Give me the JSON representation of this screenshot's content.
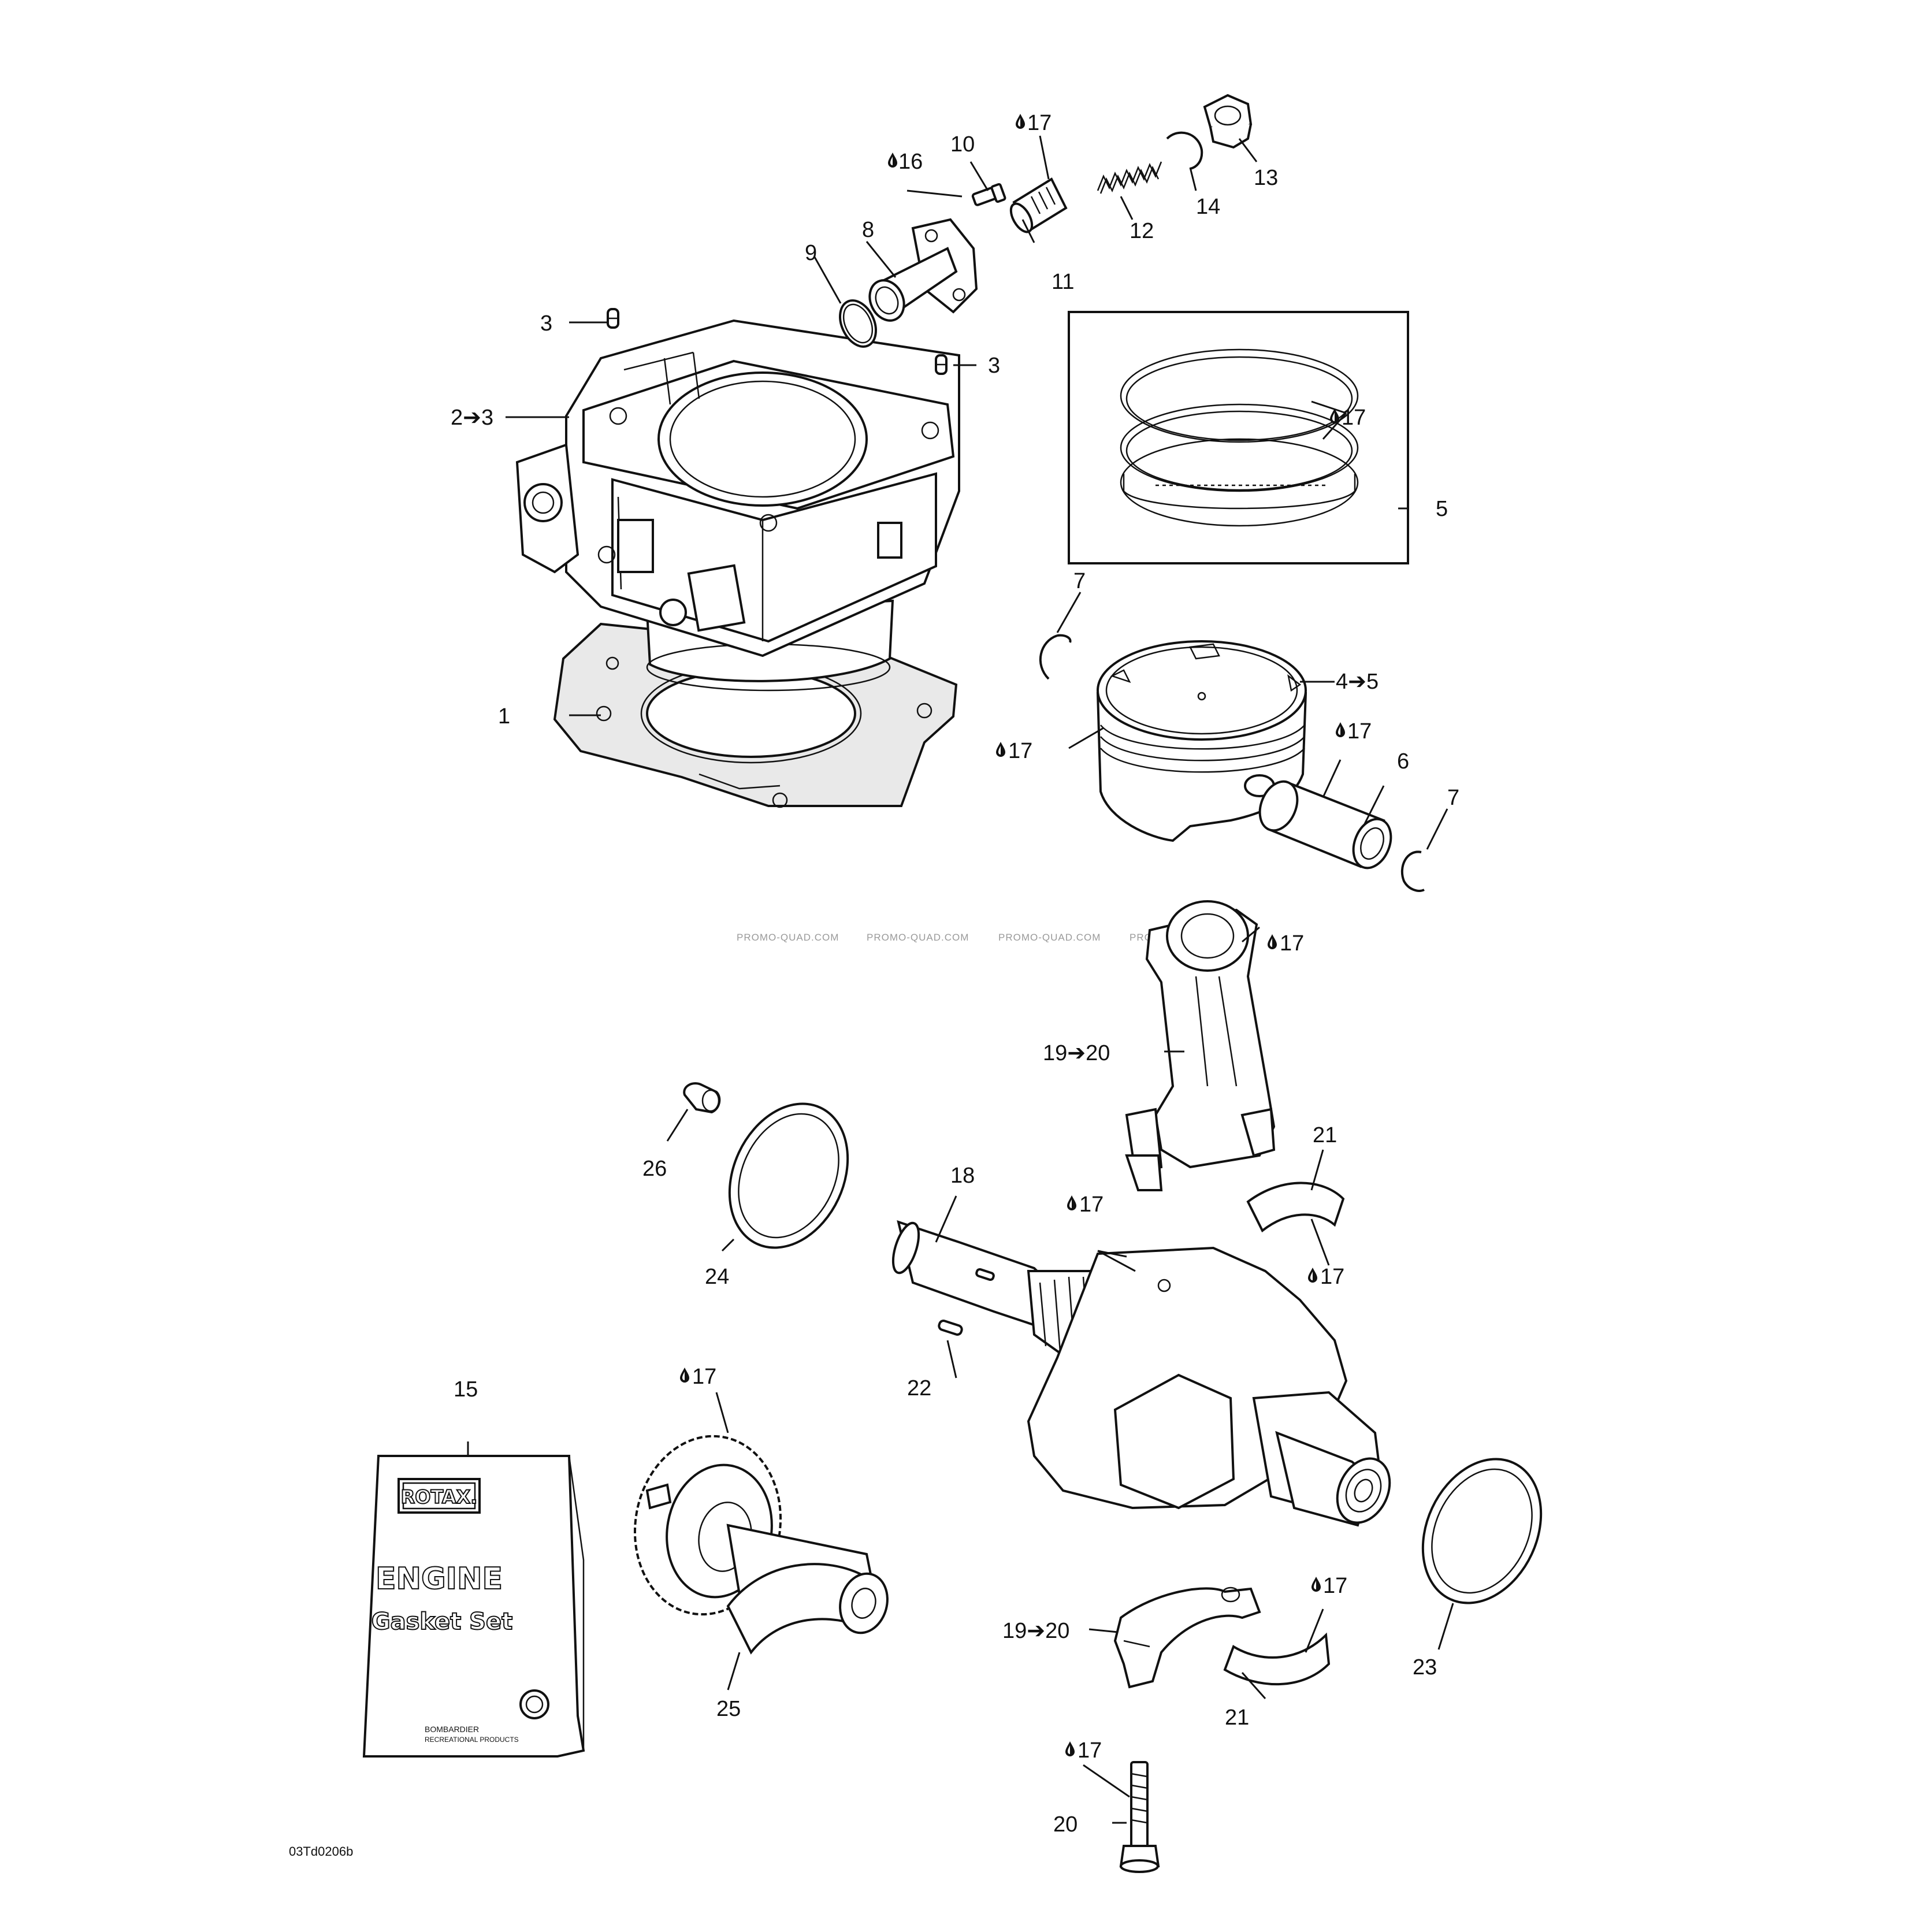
{
  "diagram_code": "03Td0206b",
  "watermark": "PROMO-QUAD.COM",
  "oil_icon": "oil-drop-icon",
  "book": {
    "brand": "ROTAX.",
    "title": "ENGINE",
    "subtitle": "Gasket Set",
    "maker_line1": "BOMBARDIER",
    "maker_line2": "RECREATIONAL PRODUCTS"
  },
  "callouts": {
    "c1": "1",
    "c2": "2➔3",
    "c3a": "3",
    "c3b": "3",
    "c4": "4➔5",
    "c5": "5",
    "c6": "6",
    "c7a": "7",
    "c7b": "7",
    "c8": "8",
    "c9": "9",
    "c10": "10",
    "c11": "11",
    "c12": "12",
    "c13": "13",
    "c14": "14",
    "c15": "15",
    "c16": "16",
    "c17_top": "17",
    "c17_rings": "17",
    "c17_piston": "17",
    "c17_pin": "17",
    "c17_rod": "17",
    "c17_crank": "17",
    "c17_bearing": "17",
    "c17_balancer": "17",
    "c17_lowbearing": "17",
    "c17_bolt": "17",
    "c18": "18",
    "c19a": "19➔20",
    "c19b": "19➔20",
    "c20": "20",
    "c21a": "21",
    "c21b": "21",
    "c22": "22",
    "c23": "23",
    "c24": "24",
    "c25": "25",
    "c26": "26"
  }
}
